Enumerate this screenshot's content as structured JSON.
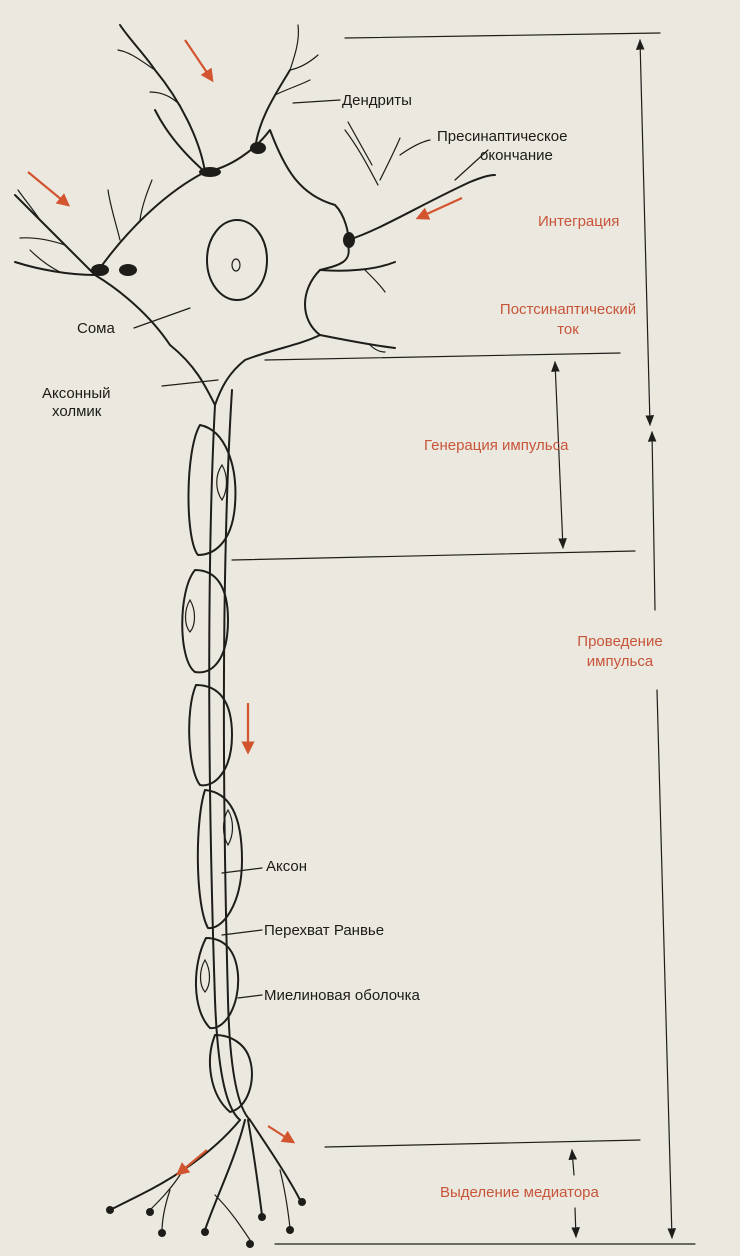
{
  "labels": {
    "dendrites": "Дендриты",
    "presynaptic_1": "Пресинаптическое",
    "presynaptic_2": "окончание",
    "soma": "Сома",
    "hillock_1": "Аксонный",
    "hillock_2": "холмик",
    "axon": "Аксон",
    "ranvier": "Перехват Ранвье",
    "myelin": "Миелиновая оболочка"
  },
  "stages": {
    "integration": "Интеграция",
    "postsynaptic_1": "Постсинаптический",
    "postsynaptic_2": "ток",
    "generation": "Генерация импульса",
    "conduction_1": "Проведение",
    "conduction_2": "импульса",
    "release": "Выделение медиатора"
  },
  "colors": {
    "ink": "#1f1d1a",
    "accent": "#c8553a",
    "arrow": "#d2552f",
    "paper": "#ebe8df"
  }
}
